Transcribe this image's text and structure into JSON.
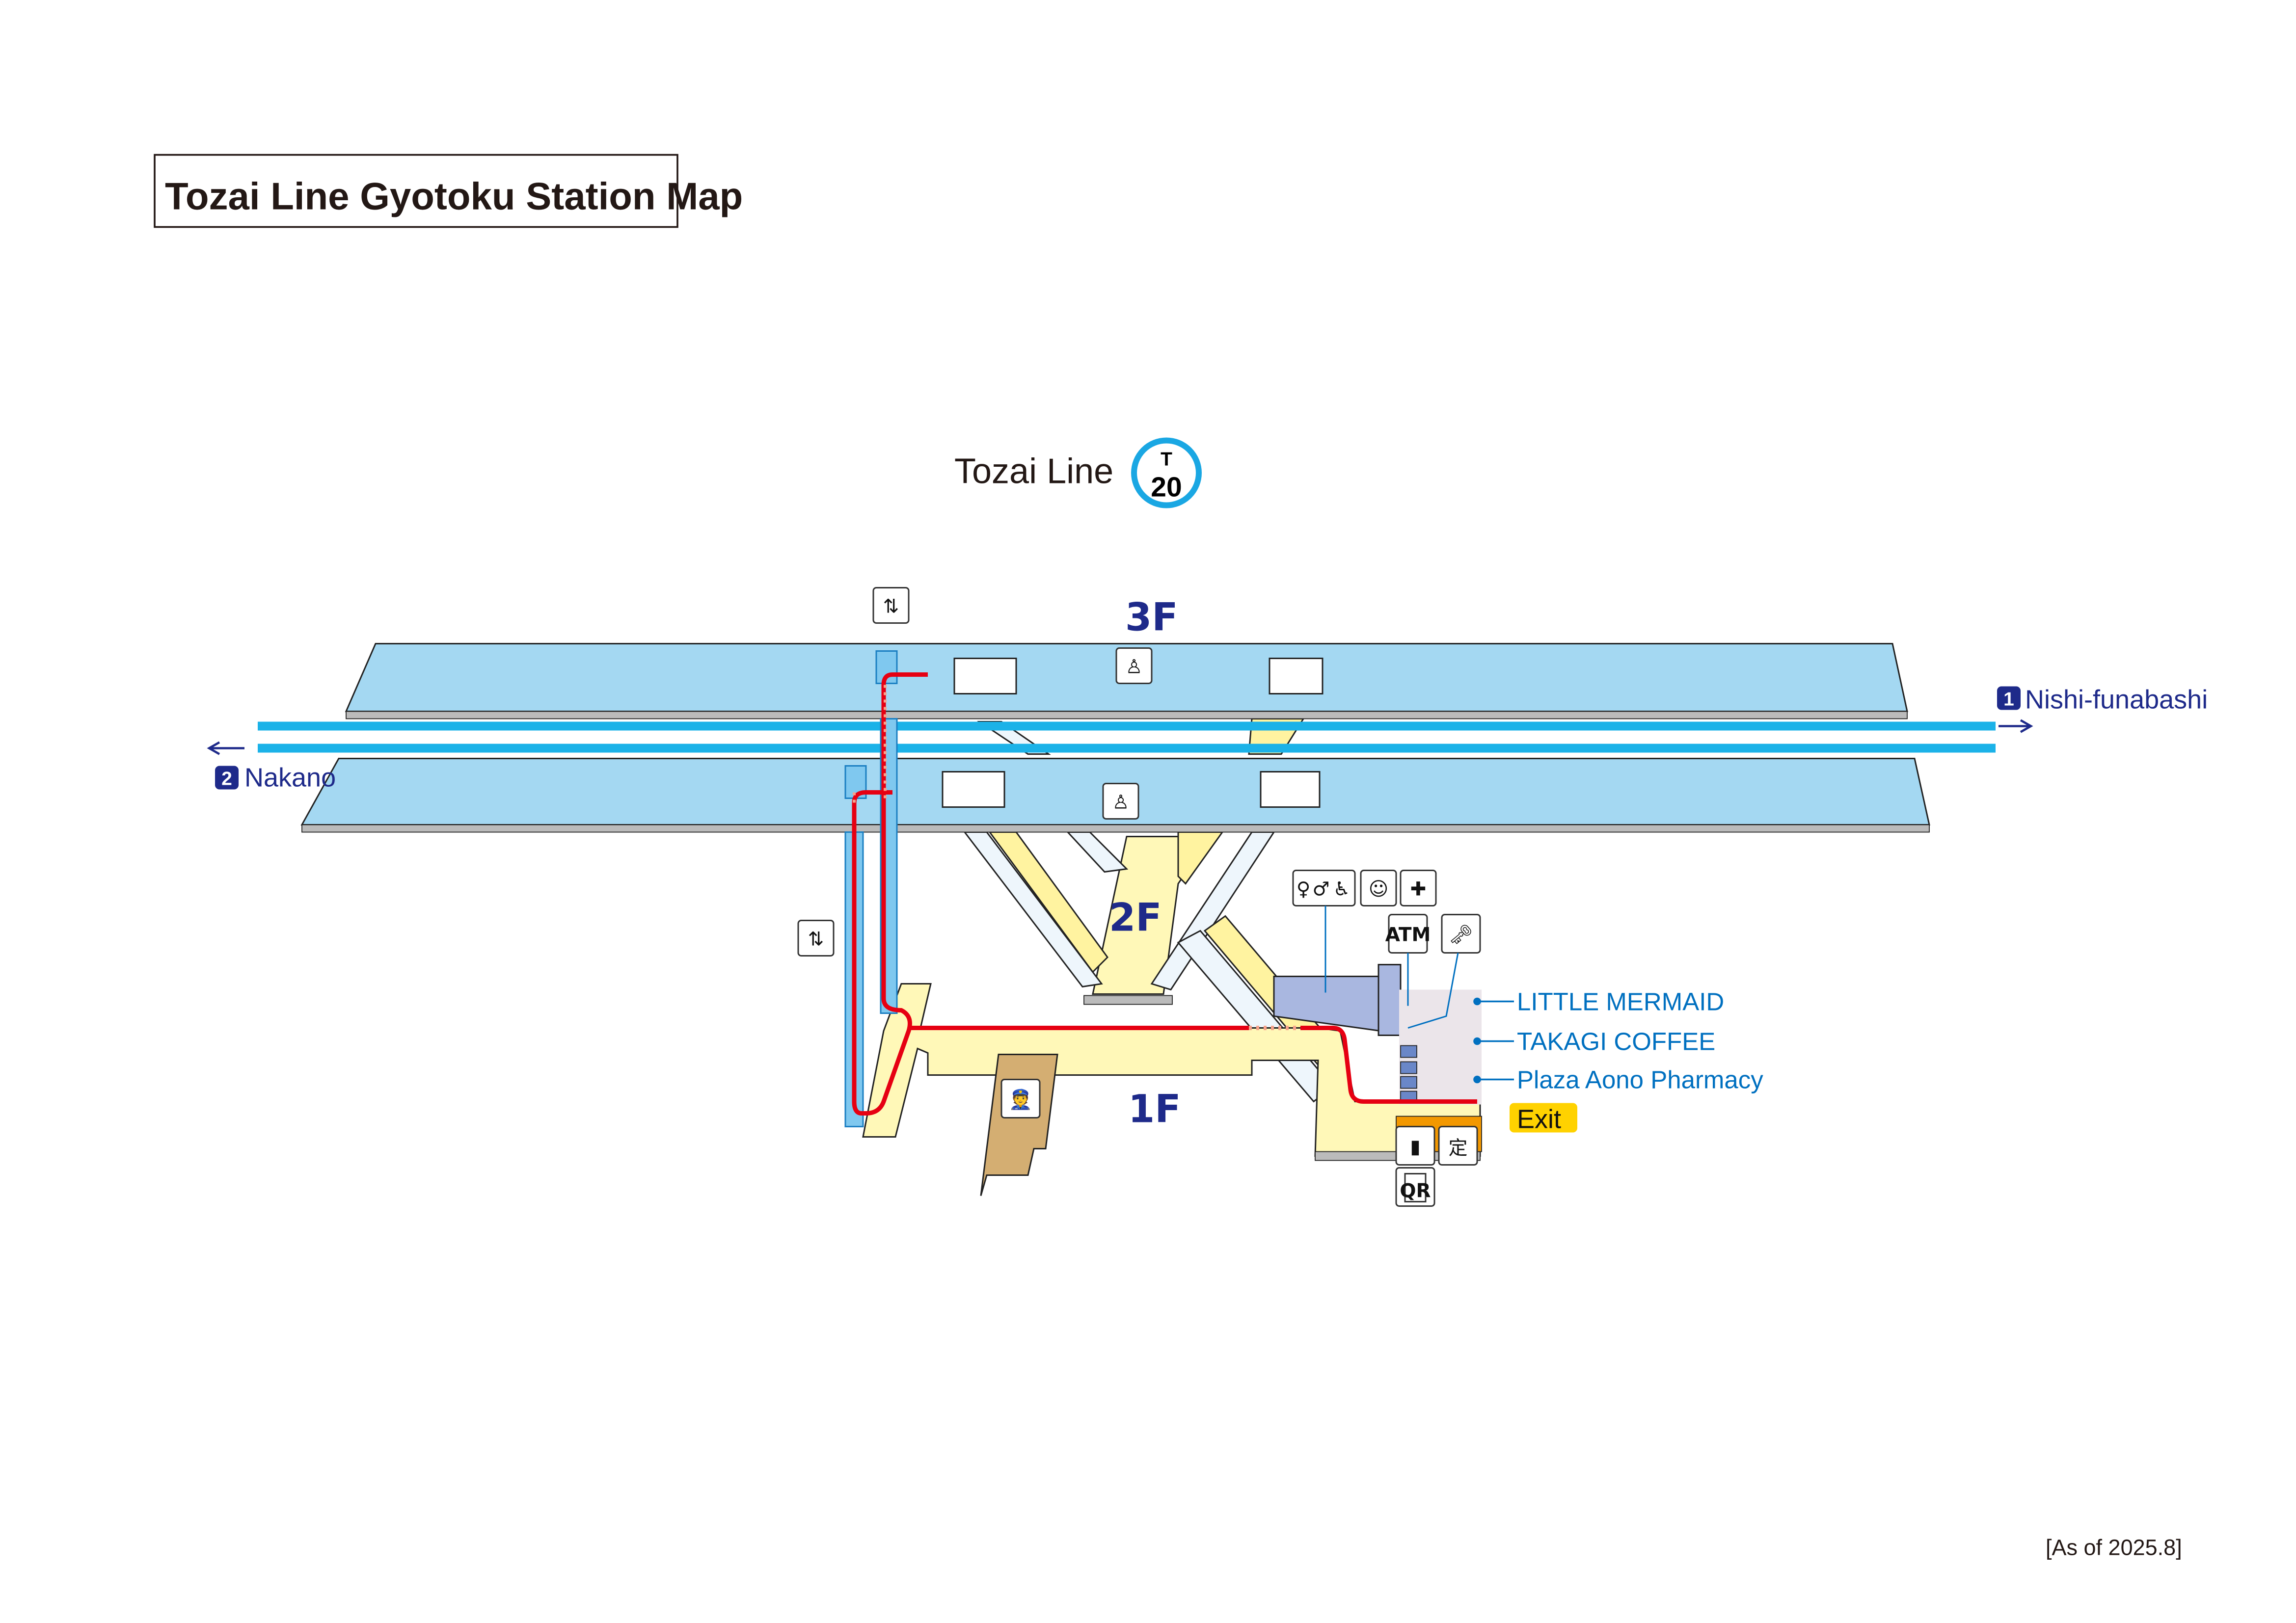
{
  "title": "Tozai Line Gyotoku Station Map",
  "line": {
    "name": "Tozai Line",
    "code_letter": "T",
    "code_number": "20",
    "color": "#1aa7e3"
  },
  "floors": {
    "f3": "3F",
    "f2": "2F",
    "f1": "1F"
  },
  "directions": {
    "platform1": {
      "number": "1",
      "label": "Nishi-funabashi"
    },
    "platform2": {
      "number": "2",
      "label": "Nakano"
    }
  },
  "shops": [
    "LITTLE MERMAID",
    "TAKAGI COFFEE",
    "Plaza Aono Pharmacy"
  ],
  "exit_label": "Exit",
  "icons": {
    "atm": "ATM",
    "qr": "QR",
    "commuter_pass": "定"
  },
  "as_of": "[As of 2025.8]",
  "colors": {
    "platform": "#a4d8f2",
    "track": "#1bb2e8",
    "route": "#e60012",
    "concourse": "#fff8b8",
    "floor_label": "#1e2a8a",
    "shop_text": "#0070c0",
    "exit": "#ffd200"
  }
}
